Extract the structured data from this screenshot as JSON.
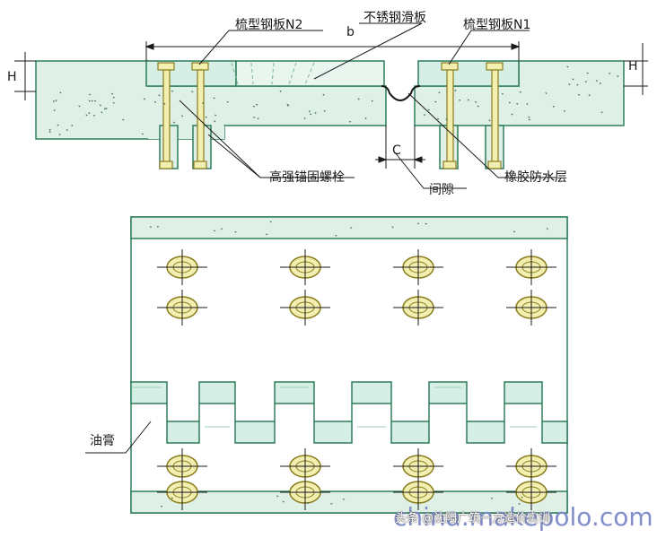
{
  "labels": {
    "plate_n2": "梳型钢板N2",
    "stainless_plate": "不锈钢滑板",
    "plate_n1": "梳型钢板N1",
    "dim_b": "b",
    "dim_h_left": "H",
    "dim_h_right": "H",
    "dim_c": "C",
    "anchor_bolt": "高强锚固螺栓",
    "gap": "间隙",
    "rubber_layer": "橡胶防水层",
    "grease": "油膏"
  },
  "watermark": {
    "caption": "头条 @沈阳广筑一方造价实训",
    "site": "china.makepolo.com"
  },
  "colors": {
    "outline": "#2e7d5b",
    "concrete_fill": "#dff0e6",
    "plate_fill": "#d6efe6",
    "bolt_fill": "#f2efb0",
    "bolt_stroke": "#8a7d1e",
    "line": "#1a1a1a"
  },
  "plan_bolts": {
    "upper_rows": 2,
    "upper_cols": 4,
    "lower_rows": 2,
    "lower_cols": 4
  }
}
